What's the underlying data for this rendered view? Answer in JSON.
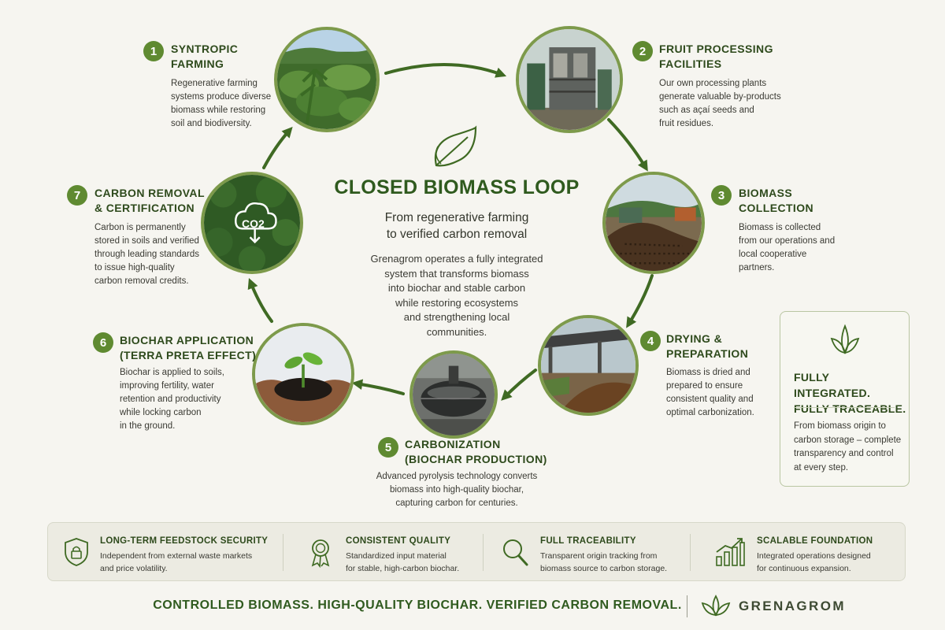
{
  "diagram": {
    "title": "CLOSED BIOMASS LOOP",
    "subtitle": [
      "From regenerative farming",
      "to verified carbon removal"
    ],
    "description": [
      "Grenagrom operates a fully integrated",
      "system that transforms biomass",
      "into biochar and stable carbon",
      "while restoring ecosystems",
      "and strengthening local",
      "communities."
    ],
    "steps": [
      {
        "number": "1",
        "title": [
          "SYNTROPIC",
          "FARMING"
        ],
        "description": [
          "Regenerative farming",
          "systems produce diverse",
          "biomass while restoring",
          "soil and biodiversity."
        ]
      },
      {
        "number": "2",
        "title": [
          "FRUIT PROCESSING",
          "FACILITIES"
        ],
        "description": [
          "Our own processing plants",
          "generate valuable by-products",
          "such as açaí seeds and",
          "fruit residues."
        ]
      },
      {
        "number": "3",
        "title": [
          "BIOMASS",
          "COLLECTION"
        ],
        "description": [
          "Biomass is collected",
          "from our operations and",
          "local cooperative",
          "partners."
        ]
      },
      {
        "number": "4",
        "title": [
          "DRYING &",
          "PREPARATION"
        ],
        "description": [
          "Biomass is dried and",
          "prepared to ensure",
          "consistent quality and",
          "optimal carbonization."
        ]
      },
      {
        "number": "5",
        "title": [
          "CARBONIZATION",
          "(BIOCHAR PRODUCTION)"
        ],
        "description": [
          "Advanced pyrolysis technology converts",
          "biomass into high-quality biochar,",
          "capturing carbon for centuries."
        ]
      },
      {
        "number": "6",
        "title": [
          "BIOCHAR APPLICATION",
          "(TERRA PRETA EFFECT)"
        ],
        "description": [
          "Biochar is applied to soils,",
          "improving fertility, water",
          "retention and productivity",
          "while locking carbon",
          "in the ground."
        ]
      },
      {
        "number": "7",
        "title": [
          "CARBON REMOVAL",
          "& CERTIFICATION"
        ],
        "description": [
          "Carbon is permanently",
          "stored in soils and verified",
          "through leading standards",
          "to issue high-quality",
          "carbon removal credits."
        ]
      }
    ],
    "co2_label": "CO2"
  },
  "side_box": {
    "title": [
      "FULLY INTEGRATED.",
      "FULLY TRACEABLE."
    ],
    "description": [
      "From biomass origin to",
      "carbon storage – complete",
      "transparency and control",
      "at every step."
    ]
  },
  "benefits": [
    {
      "icon": "lock-shield-icon",
      "title": "LONG-TERM FEEDSTOCK SECURITY",
      "description": [
        "Independent from external waste markets",
        "and price volatility."
      ]
    },
    {
      "icon": "award-ribbon-icon",
      "title": "CONSISTENT QUALITY",
      "description": [
        "Standardized input material",
        "for stable, high-carbon biochar."
      ]
    },
    {
      "icon": "magnifier-icon",
      "title": "FULL TRACEABILITY",
      "description": [
        "Transparent origin tracking from",
        "biomass source to carbon storage."
      ]
    },
    {
      "icon": "growth-chart-icon",
      "title": "SCALABLE FOUNDATION",
      "description": [
        "Integrated operations designed",
        "for continuous expansion."
      ]
    }
  ],
  "footer": {
    "tagline": "CONTROLLED BIOMASS. HIGH-QUALITY BIOCHAR. VERIFIED CARBON REMOVAL.",
    "brand": "GRENAGROM"
  },
  "colors": {
    "accent": "#5f8a31",
    "heading": "#2e4a1c",
    "circle_border": "#7d9a4b",
    "arrow": "#3f6a23",
    "background": "#f6f5f0"
  }
}
